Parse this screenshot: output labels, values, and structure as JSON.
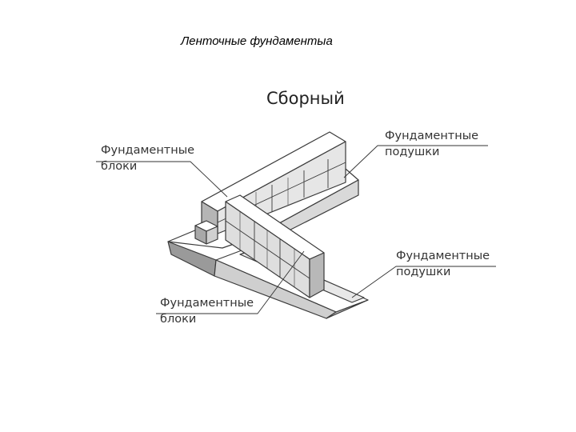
{
  "title": "Ленточные фундаментыа",
  "diagram": {
    "heading": "Сборный",
    "labels": {
      "blocks_top": [
        "Фундаментные",
        "блоки"
      ],
      "cushions_top": [
        "Фундаментные",
        "подушки"
      ],
      "cushions_bottom": [
        "Фундаментные",
        "подушки"
      ],
      "blocks_bottom": [
        "Фундаментные",
        "блоки"
      ]
    }
  },
  "colors": {
    "outline": "#3a3a3a",
    "top_face": "#ffffff",
    "side_face": "#d9d9d9",
    "dark_face": "#9a9a9a",
    "leader": "#333333"
  }
}
